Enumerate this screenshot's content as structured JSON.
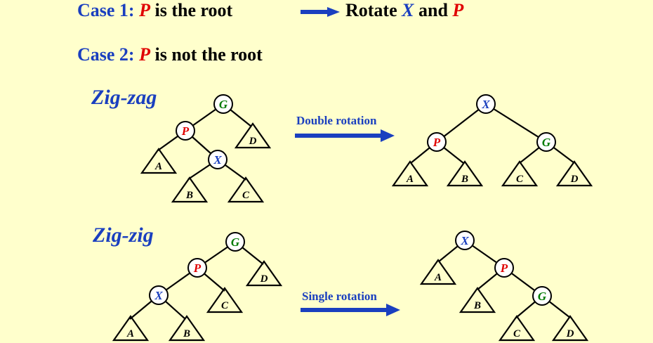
{
  "case1": {
    "label": "Case 1:",
    "node": "P",
    "text": "is the root",
    "action_word": "Rotate",
    "x": "X",
    "and": "and",
    "p": "P"
  },
  "case2": {
    "label": "Case 2:",
    "node": "P",
    "text": "is not the root"
  },
  "zigzag": {
    "title": "Zig-zag",
    "arrow_label": "Double rotation"
  },
  "zigzig": {
    "title": "Zig-zig",
    "arrow_label": "Single rotation"
  },
  "nodes": {
    "G": "G",
    "P": "P",
    "X": "X"
  },
  "subtrees": {
    "A": "A",
    "B": "B",
    "C": "C",
    "D": "D"
  },
  "colors": {
    "background": "#ffffcc",
    "blue": "#1a3fbf",
    "red": "#e00000",
    "green": "#007a00",
    "line": "#000000"
  }
}
